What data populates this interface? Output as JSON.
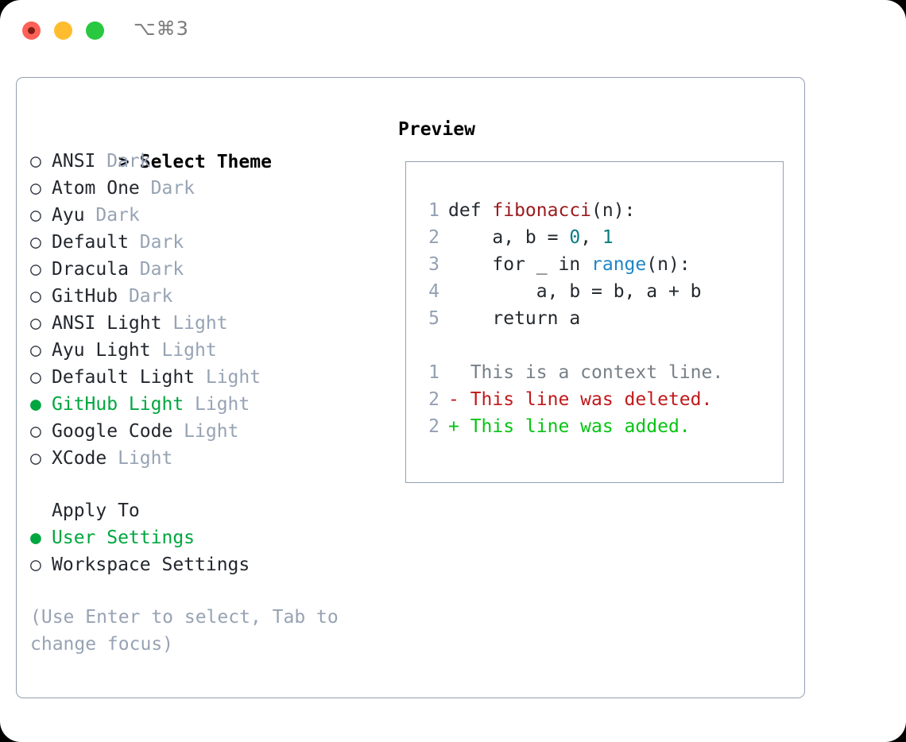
{
  "titlebar": {
    "shortcut": "⌥⌘3",
    "traffic_lights": [
      "close",
      "minimize",
      "maximize"
    ],
    "colors": {
      "close": "#ff6057",
      "minimize": "#ffbd2e",
      "maximize": "#28c840"
    }
  },
  "theme_list": {
    "header": "Select Theme",
    "caret": ">",
    "markers": {
      "selected": "●",
      "unselected": "○"
    },
    "items": [
      {
        "label": "ANSI",
        "suffix": "Dark",
        "selected": false
      },
      {
        "label": "Atom One",
        "suffix": "Dark",
        "selected": false
      },
      {
        "label": "Ayu",
        "suffix": "Dark",
        "selected": false
      },
      {
        "label": "Default",
        "suffix": "Dark",
        "selected": false
      },
      {
        "label": "Dracula",
        "suffix": "Dark",
        "selected": false
      },
      {
        "label": "GitHub",
        "suffix": "Dark",
        "selected": false
      },
      {
        "label": "ANSI Light",
        "suffix": "Light",
        "selected": false
      },
      {
        "label": "Ayu Light",
        "suffix": "Light",
        "selected": false
      },
      {
        "label": "Default Light",
        "suffix": "Light",
        "selected": false
      },
      {
        "label": "GitHub Light",
        "suffix": "Light",
        "selected": true
      },
      {
        "label": "Google Code",
        "suffix": "Light",
        "selected": false
      },
      {
        "label": "XCode",
        "suffix": "Light",
        "selected": false
      }
    ]
  },
  "apply_to": {
    "header": "Apply To",
    "items": [
      {
        "label": "User Settings",
        "selected": true
      },
      {
        "label": "Workspace Settings",
        "selected": false
      }
    ]
  },
  "hint": "(Use Enter to select, Tab to change focus)",
  "preview": {
    "title": "Preview",
    "code_lines": [
      {
        "num": "1",
        "tokens": [
          {
            "t": "def ",
            "c": "plain"
          },
          {
            "t": "fibonacci",
            "c": "fn"
          },
          {
            "t": "(n):",
            "c": "plain"
          }
        ]
      },
      {
        "num": "2",
        "tokens": [
          {
            "t": "    a, b = ",
            "c": "plain"
          },
          {
            "t": "0",
            "c": "num"
          },
          {
            "t": ", ",
            "c": "plain"
          },
          {
            "t": "1",
            "c": "num"
          }
        ]
      },
      {
        "num": "3",
        "tokens": [
          {
            "t": "    for _ in ",
            "c": "plain"
          },
          {
            "t": "range",
            "c": "call"
          },
          {
            "t": "(n):",
            "c": "plain"
          }
        ]
      },
      {
        "num": "4",
        "tokens": [
          {
            "t": "        a, b = b, a + b",
            "c": "plain"
          }
        ]
      },
      {
        "num": "5",
        "tokens": [
          {
            "t": "    return a",
            "c": "plain"
          }
        ]
      }
    ],
    "diff_lines": [
      {
        "num": "1",
        "tokens": [
          {
            "t": "  This is a context line.",
            "c": "ctx"
          }
        ]
      },
      {
        "num": "2",
        "tokens": [
          {
            "t": "- This line was deleted.",
            "c": "del"
          }
        ]
      },
      {
        "num": "2",
        "tokens": [
          {
            "t": "+ This line was added.",
            "c": "add"
          }
        ]
      }
    ]
  },
  "colors": {
    "selected_green": "#00a63f",
    "muted": "#97a3b4",
    "border": "#93a0b3",
    "diff_deleted": "#c1191b",
    "diff_added": "#07c414",
    "function_name": "#9b1c21",
    "number_literal": "#0a7d82",
    "call_name": "#1f85c4"
  }
}
